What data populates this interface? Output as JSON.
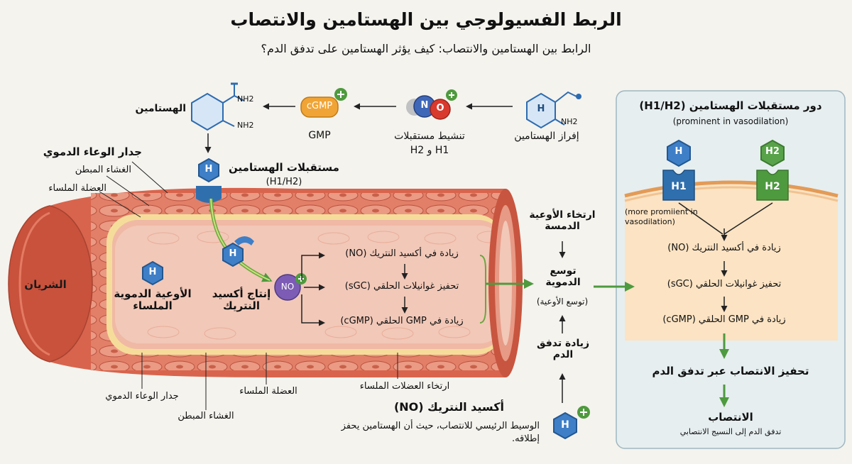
{
  "header": {
    "title": "الربط الفسيولوجي بين الهستامين والانتصاب",
    "subtitle": "الرابط بين الهستامين والانتصاب: كيف يؤثر الهستامين على تدفق الدم؟"
  },
  "top_flow": {
    "histamine_label": "الهستامين",
    "cgmp_label": "cGMP",
    "gmp_label": "GMP",
    "activation_label": "تنشيط مستقبلات",
    "activation_sub": "H1 و H2",
    "release_label": "إفراز الهستامين",
    "nh2": "NH2",
    "n_atom": "N",
    "o_atom": "O",
    "h_letter": "H"
  },
  "vessel": {
    "wall_title": "جدار الوعاء الدموي",
    "endothelium": "الغشاء المبطن",
    "smooth_muscle": "العضلة الملساء",
    "artery": "الشريان",
    "receptors_title": "مستقبلات الهستامين",
    "receptors_sub": "(H1/H2)",
    "smooth_vessels": "الأوعية الدموية الملساء",
    "no_production": "إنتاج أكسيد النتريك",
    "no_badge": "NO",
    "inner_steps": [
      "زيادة في أكسيد النتريك (NO)",
      "تحفيز غوانيلات الحلقي (sGC)",
      "زيادة في GMP الحلقي (cGMP)"
    ]
  },
  "bottom": {
    "wall": "جدار الوعاء الدموي",
    "endothelium": "الغشاء المبطن",
    "smooth_muscle": "العضلة الملساء",
    "relaxation": "ارتخاء العضلات الملساء",
    "no_title": "أكسيد النتريك (NO)",
    "no_desc": "الوسيط الرئيسي للانتصاب، حيث أن الهستامين يحفز إطلاقه."
  },
  "middle": {
    "relax_vessels": "ارتخاء الأوعية الدمسة",
    "vasodilation": "توسع الدموية",
    "vasodilation_sub": "(توسع الأوعية)",
    "blood_flow": "زيادة تدفق الدم"
  },
  "panel": {
    "title": "دور مستقبلات الهستامين (H1/H2)",
    "subtitle": "(prominent in vasodilation)",
    "note": "(more promiient in vasodilation)",
    "h1": "H1",
    "h2": "H2",
    "h": "H",
    "steps": [
      "زيادة في أكسيد النتريك (NO)",
      "تحفيز غوانيلات الحلقي (sGC)",
      "زيادة في GMP الحلقي (cGMP)"
    ],
    "stimulate": "تحفيز الانتصاب عبر تدفق الدم",
    "erection": "الانتصاب",
    "erection_sub": "تدفق الدم إلى النسيج الانتصابي"
  },
  "colors": {
    "h_blue": "#3e7fc7",
    "h2_green": "#58a24a",
    "arrow_green": "#4e9a3e",
    "vessel_outer": "#cf5b45",
    "vessel_inner": "#f2c8b8",
    "panel_bg": "#e6eef0"
  }
}
